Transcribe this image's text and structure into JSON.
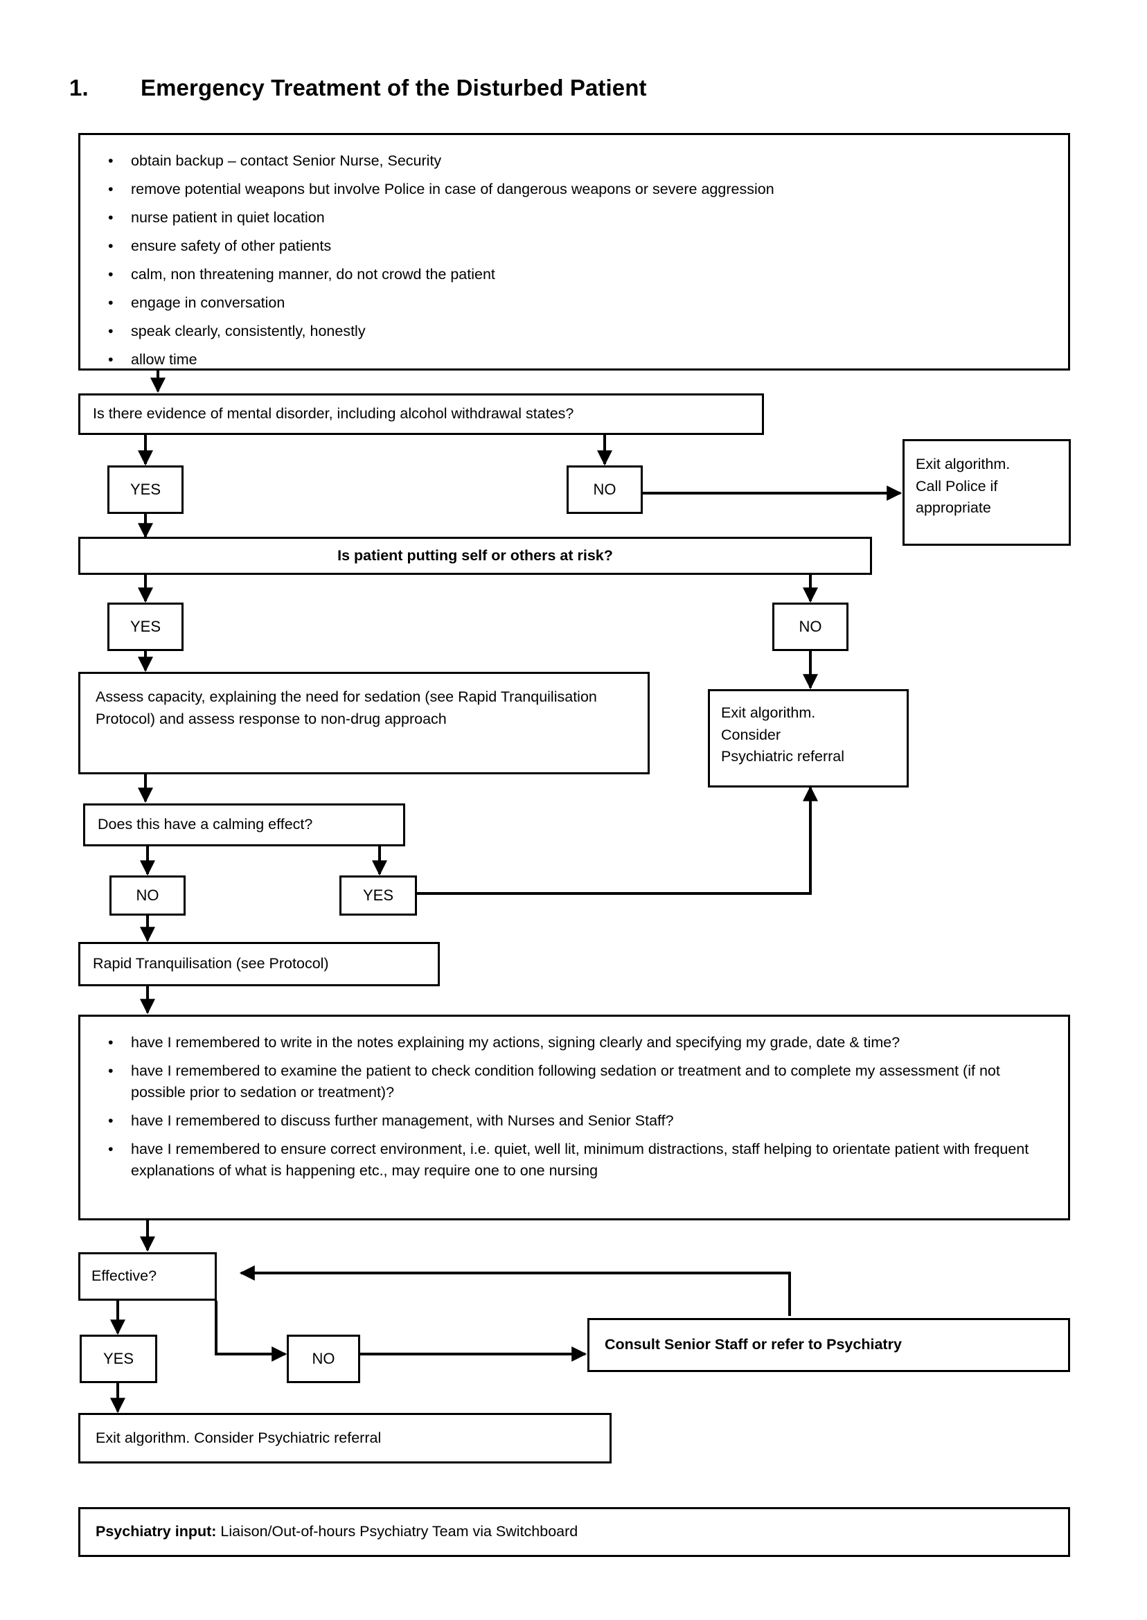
{
  "document": {
    "title_number": "1.",
    "title": "Emergency Treatment of the Disturbed Patient"
  },
  "initial_actions": {
    "bullet_glyph": "•",
    "items": [
      "obtain backup – contact Senior Nurse, Security",
      "remove potential weapons but involve Police in case of dangerous weapons or severe aggression",
      "nurse patient in quiet location",
      "ensure safety of other patients",
      "calm, non threatening manner, do not crowd the patient",
      "engage in conversation",
      "speak clearly, consistently, honestly",
      "allow time"
    ]
  },
  "decision_mental_disorder": {
    "question": "Is there evidence of mental disorder, including alcohol withdrawal states?",
    "yes_label": "YES",
    "no_label": "NO",
    "no_outcome": "Exit algorithm.\nCall Police if\nappropriate",
    "no_outcome_lines": [
      "Exit algorithm.",
      "Call Police if",
      "appropriate"
    ]
  },
  "decision_risk": {
    "question": "Is patient putting self or others at risk?",
    "yes_label": "YES",
    "no_label": "NO",
    "no_outcome_lines": [
      "Exit algorithm.",
      "Consider",
      "Psychiatric referral"
    ]
  },
  "assess_capacity": {
    "text": "Assess capacity, explaining the need for sedation (see Rapid Tranquilisation Protocol) and assess response to non-drug approach"
  },
  "decision_calming": {
    "question": "Does this have a calming effect?",
    "no_label": "NO",
    "yes_label": "YES"
  },
  "rapid_tranquilisation": {
    "text": "Rapid Tranquilisation (see Protocol)"
  },
  "checklist": {
    "bullet_glyph": "•",
    "items": [
      "have I remembered to write in the notes explaining my actions, signing clearly and specifying my grade, date & time?",
      "have I remembered to examine the patient to check condition following sedation or treatment and to complete my assessment (if not possible prior to sedation or treatment)?",
      "have I remembered to discuss further management, with Nurses and Senior Staff?",
      "have I remembered to ensure correct environment, i.e. quiet, well lit, minimum distractions, staff helping to orientate patient with frequent explanations of what is happening etc., may require one to one nursing"
    ]
  },
  "decision_effective": {
    "question": "Effective?",
    "yes_label": "YES",
    "no_label": "NO"
  },
  "consult_senior": {
    "text": "Consult Senior Staff or refer to Psychiatry"
  },
  "exit_referral": {
    "text": "Exit algorithm. Consider Psychiatric referral"
  },
  "psychiatry_input": {
    "label": "Psychiatry input:",
    "value": " Liaison/Out-of-hours Psychiatry Team via Switchboard"
  },
  "colors": {
    "ink": "#000000",
    "paper": "#ffffff"
  }
}
